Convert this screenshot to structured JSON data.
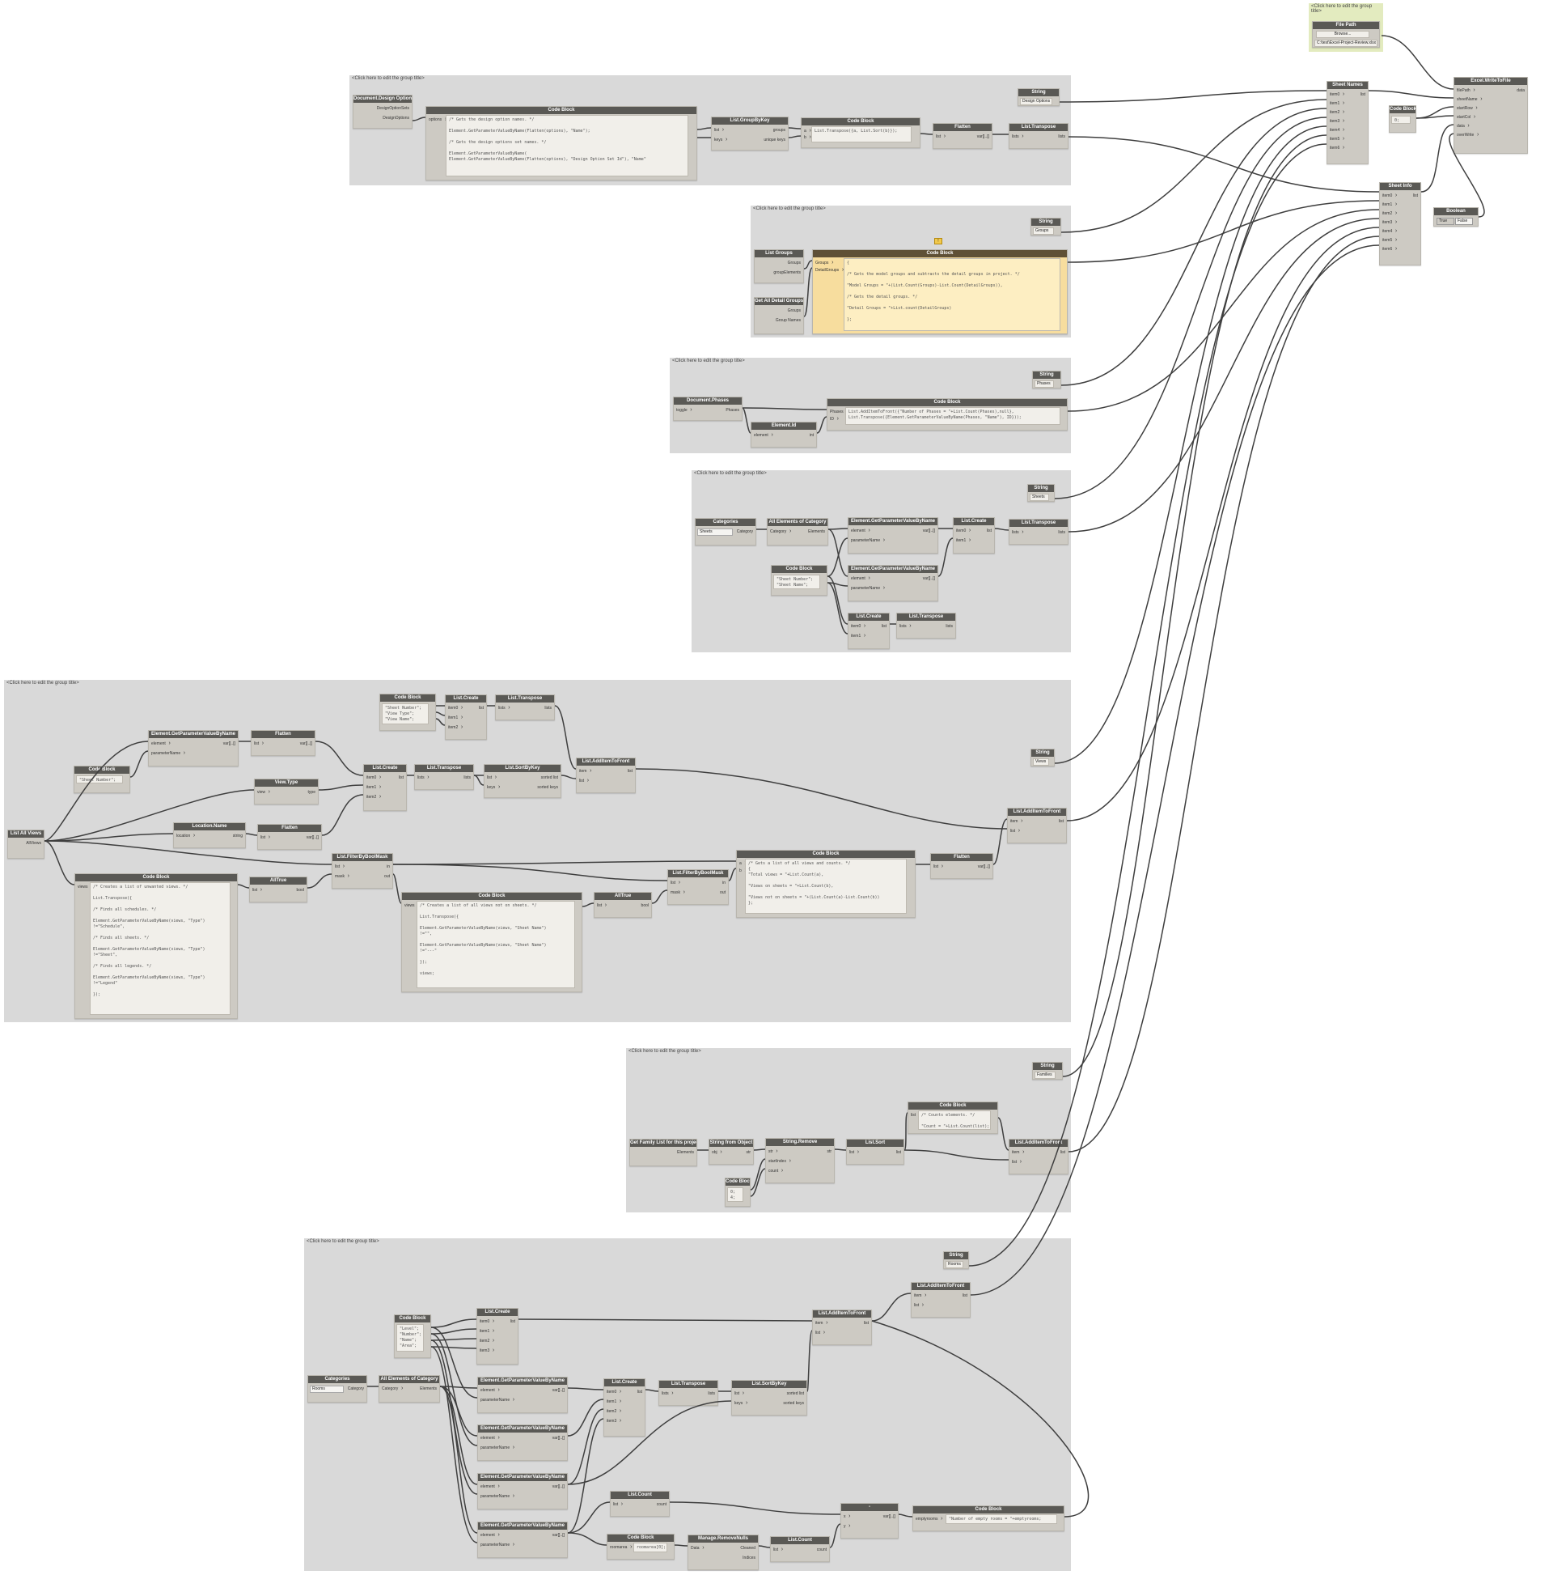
{
  "group_title": "<Click here to edit the group title>",
  "file_group_title": "<Click here to edit the group title>",
  "filepath": {
    "title": "File Path",
    "button": "Browse...",
    "path": "C:\\test\\Excel-Project-Review.xlsx"
  },
  "excel": {
    "title": "Excel.WriteToFile",
    "inputs": [
      "filePath",
      "sheetName",
      "startRow",
      "startCol",
      "data",
      "overWrite"
    ],
    "output": "data"
  },
  "sheet_names": {
    "title": "Sheet Names",
    "inputs": [
      "item0",
      "item1",
      "item2",
      "item3",
      "item4",
      "item5",
      "item6"
    ],
    "output": "list",
    "plus": "+",
    "minus": "-"
  },
  "sheet_info": {
    "title": "Sheet Info",
    "inputs": [
      "item0",
      "item1",
      "item2",
      "item3",
      "item4",
      "item5",
      "item6"
    ],
    "output": "list",
    "plus": "+",
    "minus": "-"
  },
  "cb_zero": {
    "title": "Code Block",
    "code": "0;"
  },
  "boolean": {
    "title": "Boolean",
    "true_label": "True",
    "false_label": "False"
  },
  "g1": {
    "doc_design": {
      "title": "Document.Design Options",
      "outputs": [
        "DesignOptionSets",
        "DesignOptions"
      ]
    },
    "codeblock": {
      "title": "Code Block",
      "input": "options",
      "code": "/* Gets the design option names. */\n\nElement.GetParameterValueByName(Flatten(options), \"Name\");\n\n/* Gets the design options set names. */\n\nElement.GetParameterValueByName(\nElement.GetParameterValueByName(Flatten(options), \"Design Option Set Id\"), \"Name\""
    },
    "groupbykey": {
      "title": "List.GroupByKey",
      "inputs": [
        "list",
        "keys"
      ],
      "outputs": [
        "groups",
        "unique keys"
      ]
    },
    "codeblock2": {
      "title": "Code Block",
      "inputs": [
        "a",
        "b"
      ],
      "code": "List.Transpose({a, List.Sort(b)});"
    },
    "flatten": {
      "title": "Flatten",
      "input": "list",
      "output": "var[]..[]"
    },
    "transpose": {
      "title": "List.Transpose",
      "input": "lists",
      "output": "lists"
    },
    "string": {
      "title": "String",
      "value": "Design Options"
    }
  },
  "g2": {
    "list_groups": {
      "title": "List Groups",
      "outputs": [
        "Groups",
        "groupElements"
      ]
    },
    "get_detail": {
      "title": "Get All Detail Groups",
      "outputs": [
        "Groups",
        "Group Names"
      ]
    },
    "codeblock": {
      "title": "Code Block",
      "inputs": [
        "Groups",
        "DetailGroups"
      ],
      "code": "{\n\n/* Gets the model groups and subtracts the detail groups in project. */\n\n\"Model Groups = \"+(List.Count(Groups)-List.Count(DetailGroups)),\n\n/* Gets the detail groups. */\n\n\"Detail Groups = \"+List.count(DetailGroups)\n\n};"
    },
    "warn": "!",
    "string": {
      "title": "String",
      "value": "Groups"
    }
  },
  "g3": {
    "phases": {
      "title": "Document.Phases",
      "input": "toggle",
      "output": "Phases"
    },
    "elementid": {
      "title": "Element.Id",
      "input": "element",
      "output": "int"
    },
    "codeblock": {
      "title": "Code Block",
      "inputs": [
        "Phases",
        "ID"
      ],
      "code": "List.AddItemToFront({\"Number of Phases = \"+List.Count(Phases),null},\nList.Transpose({Element.GetParameterValueByName(Phases, \"Name\"), ID}));"
    },
    "string": {
      "title": "String",
      "value": "Phases"
    }
  },
  "g4": {
    "categories": {
      "title": "Categories",
      "value": "Sheets",
      "output": "Category"
    },
    "all_elements": {
      "title": "All Elements of Category",
      "input": "Category",
      "output": "Elements"
    },
    "getparam1": {
      "title": "Element.GetParameterValueByName",
      "inputs": [
        "element",
        "parameterName"
      ],
      "output": "var[]..[]"
    },
    "getparam2": {
      "title": "Element.GetParameterValueByName",
      "inputs": [
        "element",
        "parameterName"
      ],
      "output": "var[]..[]"
    },
    "codeblock": {
      "title": "Code Block",
      "code": "\"Sheet Number\";\n\"Sheet Name\";"
    },
    "listcreate1": {
      "title": "List.Create",
      "inputs": [
        "item0",
        "item1"
      ],
      "output": "list"
    },
    "transpose1": {
      "title": "List.Transpose",
      "input": "lists",
      "output": "lists"
    },
    "listcreate2": {
      "title": "List.Create",
      "inputs": [
        "item0",
        "item1"
      ],
      "output": "list"
    },
    "transpose2": {
      "title": "List.Transpose",
      "input": "lists",
      "output": "lists"
    },
    "string": {
      "title": "String",
      "value": "Sheets"
    }
  },
  "g5": {
    "all_views": {
      "title": "List All Views",
      "output": "AllViews"
    },
    "cb_sheetnum": {
      "title": "Code Block",
      "code": "\"Sheet Number\";"
    },
    "getparam": {
      "title": "Element.GetParameterValueByName",
      "inputs": [
        "element",
        "parameterName"
      ],
      "output": "var[]..[]"
    },
    "flatten1": {
      "title": "Flatten",
      "input": "list",
      "output": "var[]..[]"
    },
    "viewtype": {
      "title": "View.Type",
      "input": "view",
      "output": "type"
    },
    "locname": {
      "title": "Location.Name",
      "input": "location",
      "output": "string"
    },
    "flatten2": {
      "title": "Flatten",
      "input": "list",
      "output": "var[]..[]"
    },
    "cb_headers": {
      "title": "Code Block",
      "code": "\"Sheet Number\";\n\"View Type\";\n\"View Name\";"
    },
    "listcreate_h": {
      "title": "List.Create",
      "inputs": [
        "item0",
        "item1",
        "item2"
      ],
      "output": "list"
    },
    "transpose_h": {
      "title": "List.Transpose",
      "input": "lists",
      "output": "lists"
    },
    "listcreate": {
      "title": "List.Create",
      "inputs": [
        "item0",
        "item1",
        "item2"
      ],
      "output": "list"
    },
    "transpose": {
      "title": "List.Transpose",
      "input": "lists",
      "output": "lists"
    },
    "sortbykey": {
      "title": "List.SortByKey",
      "inputs": [
        "list",
        "keys"
      ],
      "outputs": [
        "sorted list",
        "sorted keys"
      ]
    },
    "additem": {
      "title": "List.AddItemToFront",
      "inputs": [
        "item",
        "list"
      ],
      "output": "list"
    },
    "string": {
      "title": "String",
      "value": "Views"
    },
    "additem2": {
      "title": "List.AddItemToFront",
      "inputs": [
        "item",
        "list"
      ],
      "output": "list"
    },
    "filter1": {
      "title": "List.FilterByBoolMask",
      "inputs": [
        "list",
        "mask"
      ],
      "outputs": [
        "in",
        "out"
      ]
    },
    "alltrue1": {
      "title": "AllTrue",
      "input": "list",
      "output": "bool"
    },
    "cb_unwanted": {
      "title": "Code Block",
      "input": "views",
      "code": "/* Creates a list of unwanted views. */\n\nList.Transpose({\n\n/* Finds all schedules. */\n\nElement.GetParameterValueByName(views, \"Type\")\n!=\"Schedule\",\n\n/* Finds all sheets. */\n\nElement.GetParameterValueByName(views, \"Type\")\n!=\"Sheet\",\n\n/* Finds all legends. */\n\nElement.GetParameterValueByName(views, \"Type\")\n!=\"Legend\"\n\n});"
    },
    "cb_notonsheets": {
      "title": "Code Block",
      "input": "views",
      "code": "/* Creates a list of all views not on sheets. */\n\nList.Transpose({\n\nElement.GetParameterValueByName(views, \"Sheet Name\")\n!=\"\",\n\nElement.GetParameterValueByName(views, \"Sheet Name\")\n!=\"---\"\n\n});\n\nviews;"
    },
    "alltrue2": {
      "title": "AllTrue",
      "input": "list",
      "output": "bool"
    },
    "filter2": {
      "title": "List.FilterByBoolMask",
      "inputs": [
        "list",
        "mask"
      ],
      "outputs": [
        "in",
        "out"
      ]
    },
    "cb_counts": {
      "title": "Code Block",
      "inputs": [
        "a",
        "b"
      ],
      "code": "/* Gets a list of all views and counts. */\n{\n\"Total views = \"+List.Count(a),\n\n\"Views on sheets = \"+List.Count(b),\n\n\"Views not on sheets = \"+(List.Count(a)-List.Count(b))\n};"
    },
    "flatten3": {
      "title": "Flatten",
      "input": "list",
      "output": "var[]..[]"
    }
  },
  "g6": {
    "getfamily": {
      "title": "Get Family List for this project",
      "output": "Elements"
    },
    "strfromobj": {
      "title": "String from Object",
      "input": "obj",
      "output": "str"
    },
    "strremove": {
      "title": "String.Remove",
      "inputs": [
        "str",
        "startIndex",
        "count"
      ],
      "output": "str"
    },
    "cb_nums": {
      "title": "Code Block",
      "code": "0;\n4;"
    },
    "listsort": {
      "title": "List.Sort",
      "input": "list",
      "output": "list"
    },
    "cb_count": {
      "title": "Code Block",
      "input": "list",
      "code": "/* Counts elements. */\n\n\"Count = \"+List.Count(list);"
    },
    "additem": {
      "title": "List.AddItemToFront",
      "inputs": [
        "item",
        "list"
      ],
      "output": "list"
    },
    "string": {
      "title": "String",
      "value": "Families"
    }
  },
  "g7": {
    "string": {
      "title": "String",
      "value": "Rooms"
    },
    "additem_top": {
      "title": "List.AddItemToFront",
      "inputs": [
        "item",
        "list"
      ],
      "output": "list"
    },
    "cb_headers": {
      "title": "Code Block",
      "code": "\"Level\";\n\"Number\";\n\"Name\";\n\"Area\";"
    },
    "listcreate_h": {
      "title": "List.Create",
      "inputs": [
        "item0",
        "item1",
        "item2",
        "item3"
      ],
      "output": "list"
    },
    "additem_mid": {
      "title": "List.AddItemToFront",
      "inputs": [
        "item",
        "list"
      ],
      "output": "list"
    },
    "categories": {
      "title": "Categories",
      "value": "Rooms",
      "output": "Category"
    },
    "all_elements": {
      "title": "All Elements of Category",
      "input": "Category",
      "output": "Elements"
    },
    "getparam1": {
      "title": "Element.GetParameterValueByName",
      "inputs": [
        "element",
        "parameterName"
      ],
      "output": "var[]..[]"
    },
    "getparam2": {
      "title": "Element.GetParameterValueByName",
      "inputs": [
        "element",
        "parameterName"
      ],
      "output": "var[]..[]"
    },
    "getparam3": {
      "title": "Element.GetParameterValueByName",
      "inputs": [
        "element",
        "parameterName"
      ],
      "output": "var[]..[]"
    },
    "getparam4": {
      "title": "Element.GetParameterValueByName",
      "inputs": [
        "element",
        "parameterName"
      ],
      "output": "var[]..[]"
    },
    "listcreate": {
      "title": "List.Create",
      "inputs": [
        "item0",
        "item1",
        "item2",
        "item3"
      ],
      "output": "list"
    },
    "transpose": {
      "title": "List.Transpose",
      "input": "lists",
      "output": "lists"
    },
    "sortbykey": {
      "title": "List.SortByKey",
      "inputs": [
        "list",
        "keys"
      ],
      "outputs": [
        "sorted list",
        "sorted keys"
      ]
    },
    "listcount1": {
      "title": "List.Count",
      "input": "list",
      "output": "count"
    },
    "minus": {
      "title": "-",
      "inputs": [
        "x",
        "y"
      ],
      "output": "var[]..[]"
    },
    "cb_empty": {
      "title": "Code Block",
      "input": "emptyrooms",
      "code": "\"Number of empty rooms = \"+emptyrooms;"
    },
    "cb_roomarea": {
      "title": "Code Block",
      "input": "roomarea",
      "code": "roomarea[0];"
    },
    "removenulls": {
      "title": "Manage.RemoveNulls",
      "input": "Data",
      "outputs": [
        "Cleaned",
        "Indices"
      ]
    },
    "listcount2": {
      "title": "List.Count",
      "input": "list",
      "output": "count"
    }
  }
}
